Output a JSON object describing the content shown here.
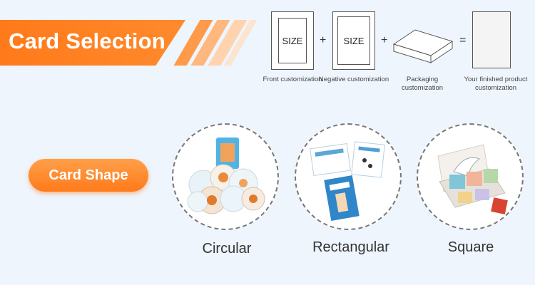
{
  "banner": {
    "title": "Card Selection"
  },
  "formula": {
    "items": [
      {
        "box_text": "SIZE",
        "caption": "Front customization"
      },
      {
        "box_text": "SIZE",
        "caption": "Negative customization"
      },
      {
        "box_text": "",
        "caption": "Packaging customization"
      },
      {
        "box_text": "",
        "caption": "Your finished product customization"
      }
    ],
    "ops": [
      "+",
      "+",
      "="
    ]
  },
  "card_shape": {
    "label": "Card Shape"
  },
  "shapes": [
    {
      "label": "Circular"
    },
    {
      "label": "Rectangular"
    },
    {
      "label": "Square"
    }
  ],
  "colors": {
    "accent": "#ff7a1a",
    "background": "#eef5fc"
  }
}
